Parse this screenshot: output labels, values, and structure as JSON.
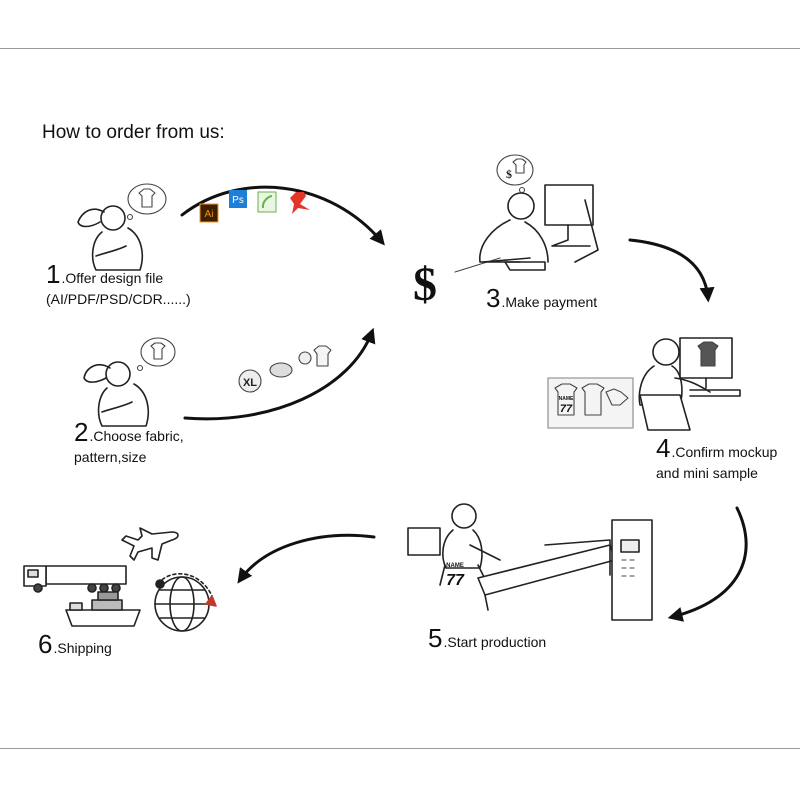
{
  "title": "How to order from us:",
  "steps": [
    {
      "num": "1",
      "text": ".Offer design file",
      "sub": "(AI/PDF/PSD/CDR......)"
    },
    {
      "num": "2",
      "text": ".Choose fabric,",
      "sub": "pattern,size"
    },
    {
      "num": "3",
      "text": ".Make payment",
      "sub": ""
    },
    {
      "num": "4",
      "text": ".Confirm mockup",
      "sub": "and mini sample"
    },
    {
      "num": "5",
      "text": ".Start production",
      "sub": ""
    },
    {
      "num": "6",
      "text": ".Shipping",
      "sub": ""
    }
  ],
  "file_icons": [
    {
      "label": "Ai",
      "color": "#f7941d",
      "bg": "#3a1f00"
    },
    {
      "label": "Ps",
      "color": "#ffffff",
      "bg": "#1d7fd8"
    },
    {
      "label": "",
      "color": "#6ab04c",
      "bg": "#e9f6e2"
    },
    {
      "label": "",
      "color": "#e4352b",
      "bg": "#ffffff"
    }
  ],
  "dollar_sign": "$",
  "size_badge": "XL",
  "jersey_name": "NAME",
  "jersey_number": "77",
  "money_bubble": "$"
}
